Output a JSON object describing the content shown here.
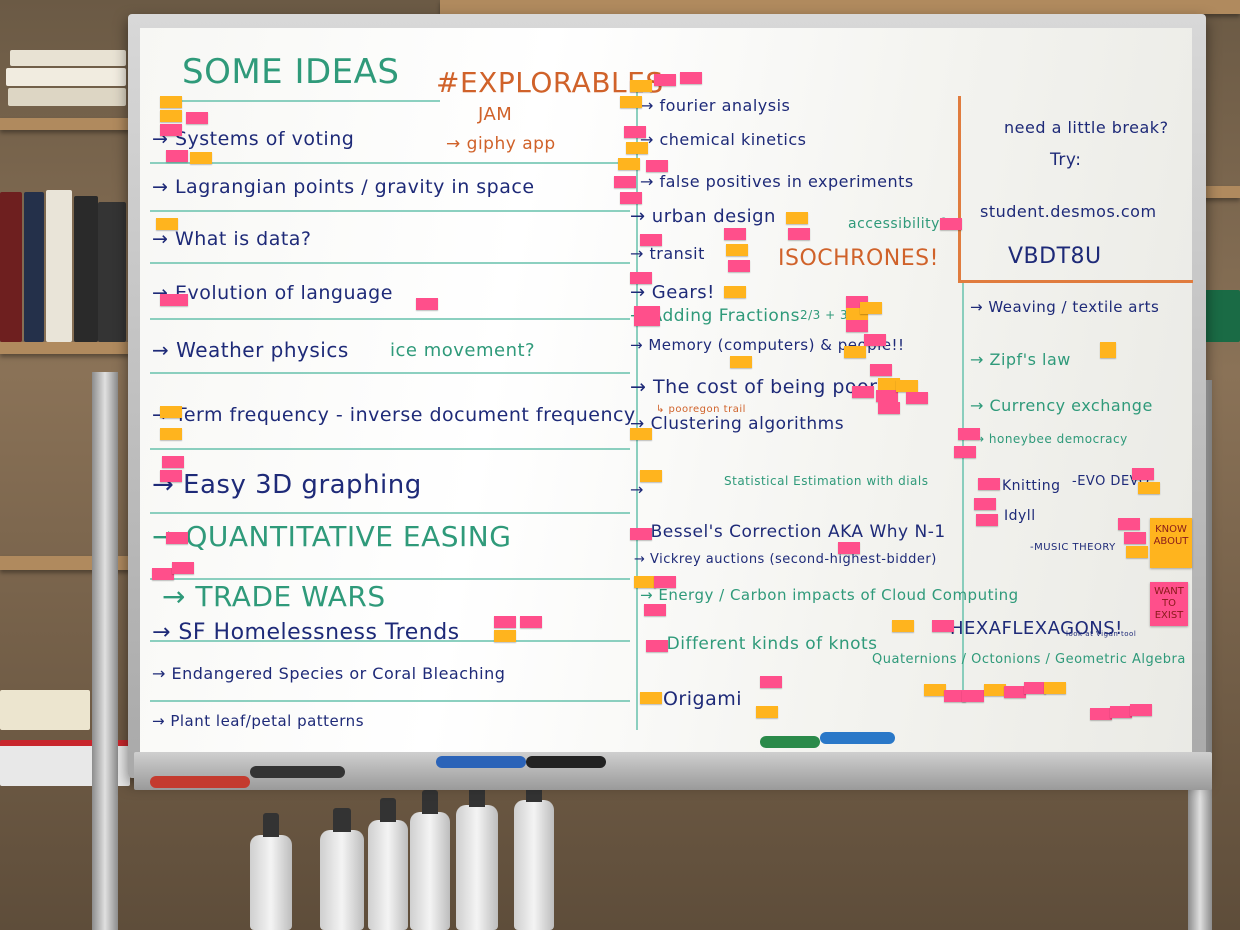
{
  "heading": {
    "some_ideas": "SOME IDEAS",
    "explorables": "#EXPLORABLES",
    "jam": "JAM",
    "giphy": "→ giphy app"
  },
  "left_column": [
    "→ Systems of voting",
    "→ Lagrangian points / gravity in space",
    "→ What is data?",
    "→ Evolution of language",
    "→ Weather physics",
    "→ Term frequency - inverse document frequency",
    "→ Easy 3D graphing",
    "→ QUANTITATIVE EASING",
    "→ TRADE WARS",
    "→ SF Homelessness Trends",
    "→ Endangered Species or Coral Bleaching",
    "→ Plant leaf/petal patterns"
  ],
  "left_extras": {
    "ice_movement": "ice movement?"
  },
  "middle_column": [
    "→ fourier analysis",
    "→ chemical kinetics",
    "→ false positives in experiments",
    "→ urban design",
    "→ transit",
    "→ Gears!",
    "→ Adding Fractions",
    "→ Memory (computers) & people!!",
    "→ The cost of being poor",
    "→ Clustering algorithms",
    "→",
    "→ Bessel's Correction AKA Why N-1",
    "→ Vickrey auctions (second-highest-bidder)",
    "→ Energy / Carbon impacts of Cloud Computing",
    "→ Different kinds of knots",
    "→ Origami"
  ],
  "middle_extras": {
    "accessibility": "accessibility?",
    "isochrones": "ISOCHRONES!",
    "fraction_expr": "2/3 + 3/5",
    "poor_trail": "↳ pooregon trail",
    "estimation": "Statistical Estimation with dials",
    "hexaflexagons": "HEXAFLEXAGONS!",
    "look_at": "look at Vigan tool",
    "quaternions": "Quaternions / Octonions / Geometric Algebra"
  },
  "break_box": {
    "line1": "need a little break?",
    "line2": "Try:",
    "url": "student.desmos.com",
    "code": "VBDT8U"
  },
  "right_column": [
    "→ Weaving / textile arts",
    "→ Zipf's law",
    "→ Currency exchange",
    "→ honeybee democracy",
    "Knitting",
    "Idyll",
    "-EVO DEVO",
    "-MUSIC THEORY"
  ],
  "notes_big": {
    "know_about": "KNOW ABOUT",
    "want_exist": "WANT TO EXIST"
  },
  "colors": {
    "marker_blue": "#1e2a78",
    "marker_green": "#2f9a7a",
    "marker_orange": "#d0622a",
    "sticky_pink": "#ff4f8b",
    "sticky_yellow": "#ffb41e"
  }
}
